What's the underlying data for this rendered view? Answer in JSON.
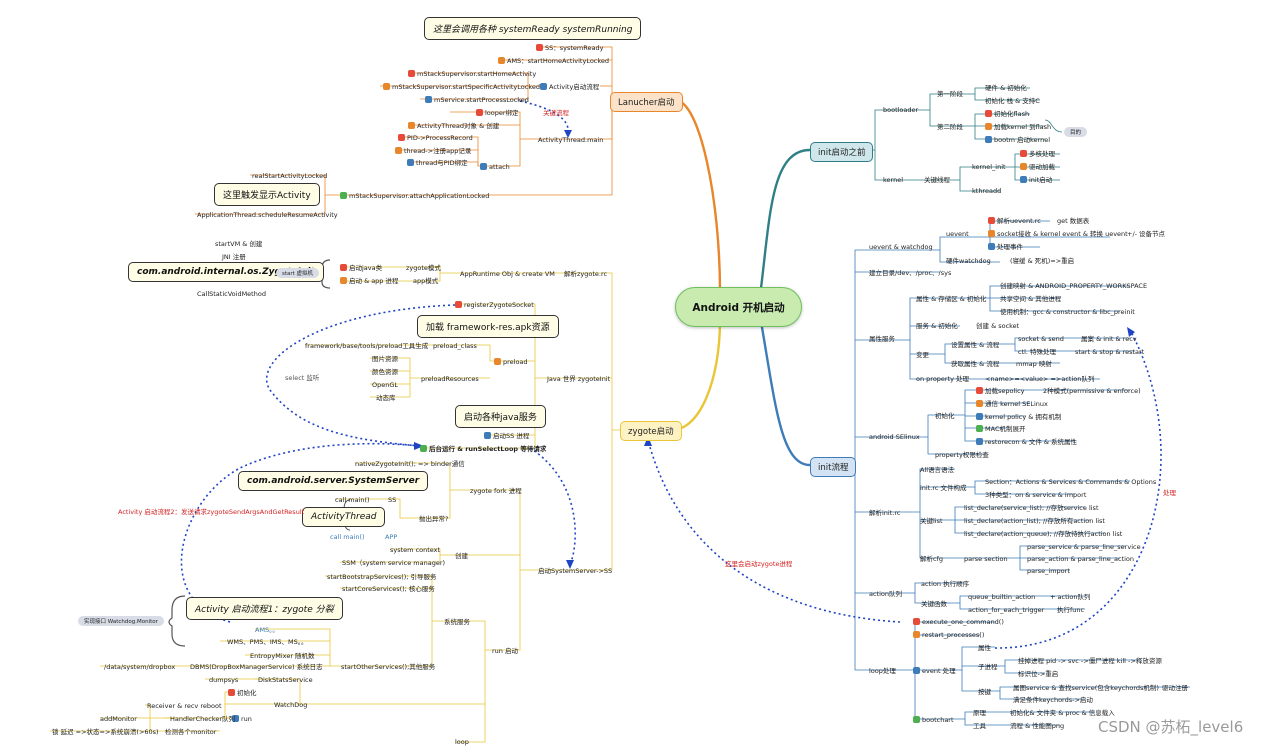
{
  "center": "Android 开机启动",
  "branches": {
    "init_before": "init启动之前",
    "init_flow": "init流程",
    "launcher": "Lanucher启动",
    "zygote": "zygote启动"
  },
  "callouts": {
    "launcher": "这里会调用各种 systemReady systemRunning",
    "activity": "这里触发显示Activity",
    "zygote_init": "com.android.internal.os.ZygoteInit",
    "framework_res": "加载 framework-res.apk资源",
    "java_services": "启动各种java服务",
    "system_server": "com.android.server.SystemServer",
    "activity_thread": "ActivityThread",
    "activity_flow1": "Activity 启动流程1：zygote 分裂"
  },
  "red_labels": {
    "key_flow": "关键流程",
    "activity_flow2": "Activity 启动流程2：发送请求zygoteSendArgsAndGetResult",
    "create_zygote": "这里会启动zygote进程",
    "process": "处理",
    "app": "APP",
    "call_main": "call main()"
  },
  "gray_labels": {
    "select": "select 监听",
    "start_vm": "start 虚拟机",
    "purpose": "目的",
    "watchdog": "实现接口 Watchdog.Monitor"
  },
  "watermark": "CSDN @苏柘_level6",
  "launcher_nodes": [
    "SS：systemReady",
    "AMS：startHomeActivityLocked",
    "mStackSupervisor.startHomeActivity",
    "mStackSupervisor.startSpecificActivityLocked",
    "Activity启动流程",
    "mService.startProcessLocked",
    "looper绑定",
    "ActivityThread对象 & 创建",
    "PID->ProcessRecord",
    "thread->注册app记录",
    "thread与PID绑定",
    "attach",
    "ActivityThread.main",
    "realStartActivityLocked",
    "mStackSupervisor.attachApplicationLocked",
    "ApplicationThread.scheduleResumeActivity"
  ],
  "zygote_nodes": [
    "startVM & 创建",
    "JNI 注册",
    "CallStaticVoidMethod",
    "启动java类",
    "zygote模式",
    "启动 & app 进程",
    "app模式",
    "AppRuntime Obj & create VM",
    "解析zygote.rc",
    "registerZygoteSocket",
    "framework/base/tools/preload工具生成",
    "preload_class",
    "图片资源",
    "颜色资源",
    "OpenGL",
    "动态库",
    "preloadResources",
    "preload",
    "Java 世界 zygoteInit",
    "启动SS 进程",
    "后台运行 & runSelectLoop 等待请求",
    "nativeZygoteInit(); => binder通信",
    "call main()",
    "SS",
    "zygote fork 进程",
    "抛出异常?",
    "system context",
    "SSM（system service manager)",
    "创建",
    "启动SystemServer->SS",
    "startBootstrapServices(); 引导服务",
    "startCoreServices(); 核心服务",
    "系统服务",
    "AMS。。",
    "WMS、PMS、IMS、MS。。",
    "EntropyMixer 随机数",
    "/data/system/dropbox",
    "DBMS(DropBoxManagerService) 系统日志",
    "startOtherServices();其他服务",
    "run 启动",
    "dumpsys",
    "DiskStatsService",
    "初始化",
    "Receiver & recv reboot",
    "run",
    "WatchDog",
    "addMonitor",
    "HandlerChecker队列",
    "锁 延迟 =>状态=>系统崩溃(>60s)",
    "检测各个monitor",
    "loop"
  ],
  "init_before_nodes": [
    "bootloader",
    "第一阶段",
    "硬件 & 初始化",
    "初始化 栈 & 支持C",
    "初始化flash",
    "加载kernel 到flash",
    "bootm 启动kernel",
    "第二阶段",
    "kernel",
    "关键线程",
    "kernel_init",
    "多核处理",
    "驱动加载",
    "init启动",
    "kthreadd"
  ],
  "init_flow_nodes": [
    "uevent & watchdog",
    "uevent",
    "解析uevent.rc",
    "get 数据表",
    "socket接收 & kernel event & 转换 uevent",
    "+/- 设备节点",
    "处理事件",
    "硬件watchdog",
    "(寝缓 & 死机)=>重启",
    "建立目录/dev、/proc、/sys",
    "创建映射 & ANDROID_PROPERTY_WORKSPACE",
    "属性 & 存储区 & 初始化",
    "共享空间 & 其他进程",
    "使用机制：gcc & constructor & libc_preinit",
    "属性服务",
    "服务 & 初始化",
    "创建 & socket",
    "设置属性 & 流程",
    "socket & send",
    "属案 & init & recv",
    "变更",
    "ctl. 特殊处理",
    "start & stop & restart",
    "获取属性 & 流程",
    "mmap 映射",
    "on property 处理",
    "<name>=<value> =>action队列",
    "加载sepolicy",
    "2种模式(permissive & enforce)",
    "通信 kernel SELinux",
    "初始化",
    "kernel policy & 拥有机制",
    "android SElinux",
    "MAC机制展开",
    "restorecon & 文件 & 系统属性",
    "property权限检查",
    "All语言语法",
    "Section：Actions & Services & Commands & Options",
    "init.rc 文件构成",
    "3种类型：on & service & import",
    "list_declare(service_list); //存放service list",
    "关键list",
    "list_declare(action_list); //存放所有action list",
    "解析init.rc",
    "list_declare(action_queue); //存放待执行action list",
    "parse_service & parse_line_service",
    "解析cfg",
    "parse section",
    "parse_action & parse_line_action",
    "parse_import",
    "action 执行顺序",
    "action队列",
    "queue_builtin_action",
    "+ action队列",
    "关键函数",
    "action_for_each_trigger",
    "执行func",
    "execute_one_command()",
    "restart_processes()",
    "属性",
    "子进程",
    "挂掉进程 pid -> svc ->僵尸进程 kill ->释放资源",
    "loop处理",
    "event 处理",
    "标识位->重启",
    "按键",
    "属图service & 查找service(包含keychords机制)",
    "驱动注册",
    "满足条件keychords->启动",
    "原理",
    "初始化& 文件夹 & proc & 信息载入",
    "bootchart",
    "工具",
    "流程 & 性能图png"
  ],
  "colors": {
    "root_fill": "#c9ebb0",
    "root_stroke": "#6ec05c",
    "teal": "#2f7f86",
    "blue": "#3d7cb9",
    "orange": "#e8862b",
    "yellow": "#e8c638",
    "dotted": "#1f44c4",
    "red": "#d42323"
  }
}
